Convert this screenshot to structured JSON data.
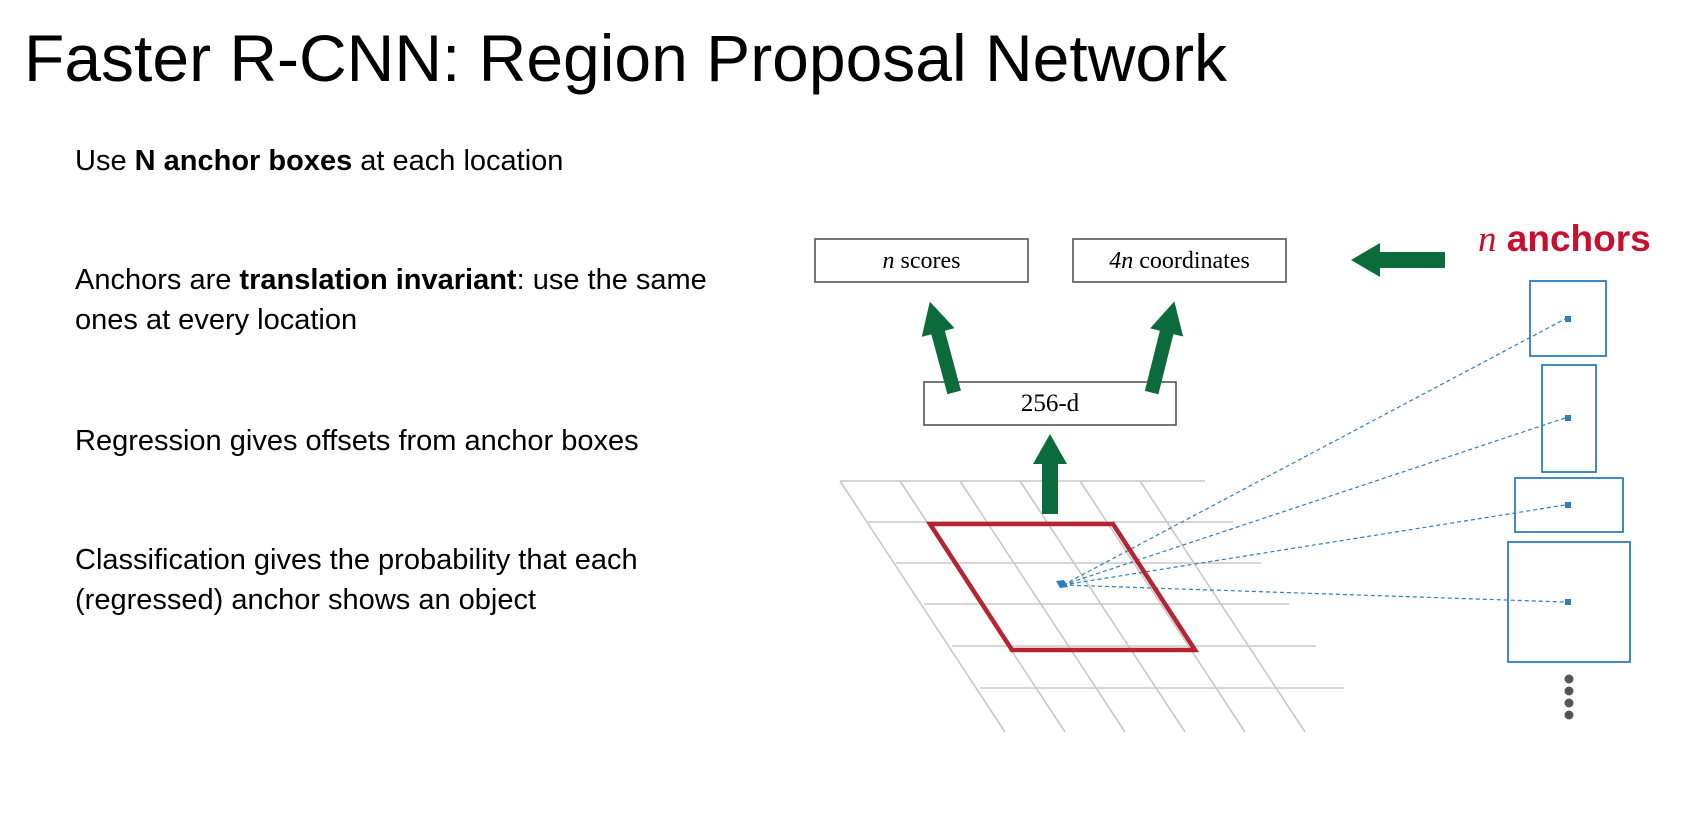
{
  "title": "Faster R-CNN: Region Proposal Network",
  "bullets": [
    {
      "pre": "Use ",
      "bold": "N anchor boxes",
      "post": " at each location"
    },
    {
      "pre": "Anchors are ",
      "bold": "translation invariant",
      "post": ": use the same ones at every location"
    },
    {
      "pre": "Regression gives offsets from anchor boxes",
      "bold": "",
      "post": ""
    },
    {
      "pre": "Classification gives the probability that each (regressed) anchor shows an object",
      "bold": "",
      "post": ""
    }
  ],
  "diagram": {
    "scores_var": "n",
    "scores_label": " scores",
    "coords_var": "4n",
    "coords_label": " coordinates",
    "feature_label": "256-d",
    "anchors_var": "n",
    "anchors_label": " anchors",
    "colors": {
      "arrow": "#0b6b3a",
      "window": "#b52531",
      "anchor": "#2e7dbf",
      "grid": "#c8c8c8",
      "anchors_title": "#c8102e",
      "ellipsis": "#555555"
    }
  }
}
